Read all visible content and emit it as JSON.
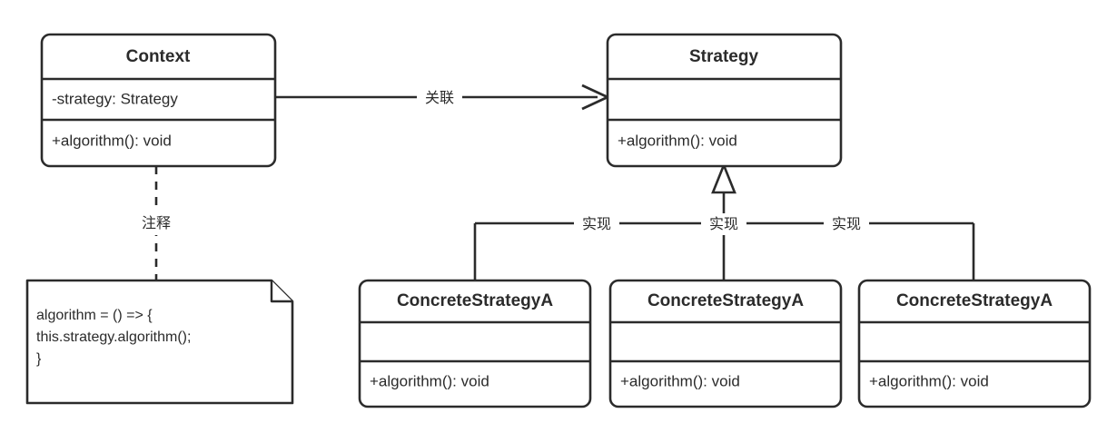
{
  "diagram": {
    "title": "Strategy Pattern UML Class Diagram",
    "type": "uml-class-diagram",
    "colors": {
      "stroke": "#2b2b2b",
      "fill": "#ffffff",
      "text": "#2b2b2b"
    }
  },
  "classes": {
    "context": {
      "name": "Context",
      "attributes": [
        "-strategy: Strategy"
      ],
      "methods": [
        "+algorithm(): void"
      ]
    },
    "strategy": {
      "name": "Strategy",
      "attributes": [
        ""
      ],
      "methods": [
        "+algorithm(): void"
      ]
    },
    "concrete_a": {
      "name": "ConcreteStrategyA",
      "attributes": [
        ""
      ],
      "methods": [
        "+algorithm(): void"
      ]
    },
    "concrete_b": {
      "name": "ConcreteStrategyA",
      "attributes": [
        ""
      ],
      "methods": [
        "+algorithm(): void"
      ]
    },
    "concrete_c": {
      "name": "ConcreteStrategyA",
      "attributes": [
        ""
      ],
      "methods": [
        "+algorithm(): void"
      ]
    }
  },
  "note": {
    "lines": [
      "algorithm = () => {",
      "   this.strategy.algorithm();",
      "}"
    ]
  },
  "relations": {
    "association_label": "关联",
    "note_link_label": "注释",
    "realize_label_1": "实现",
    "realize_label_2": "实现",
    "realize_label_3": "实现"
  }
}
